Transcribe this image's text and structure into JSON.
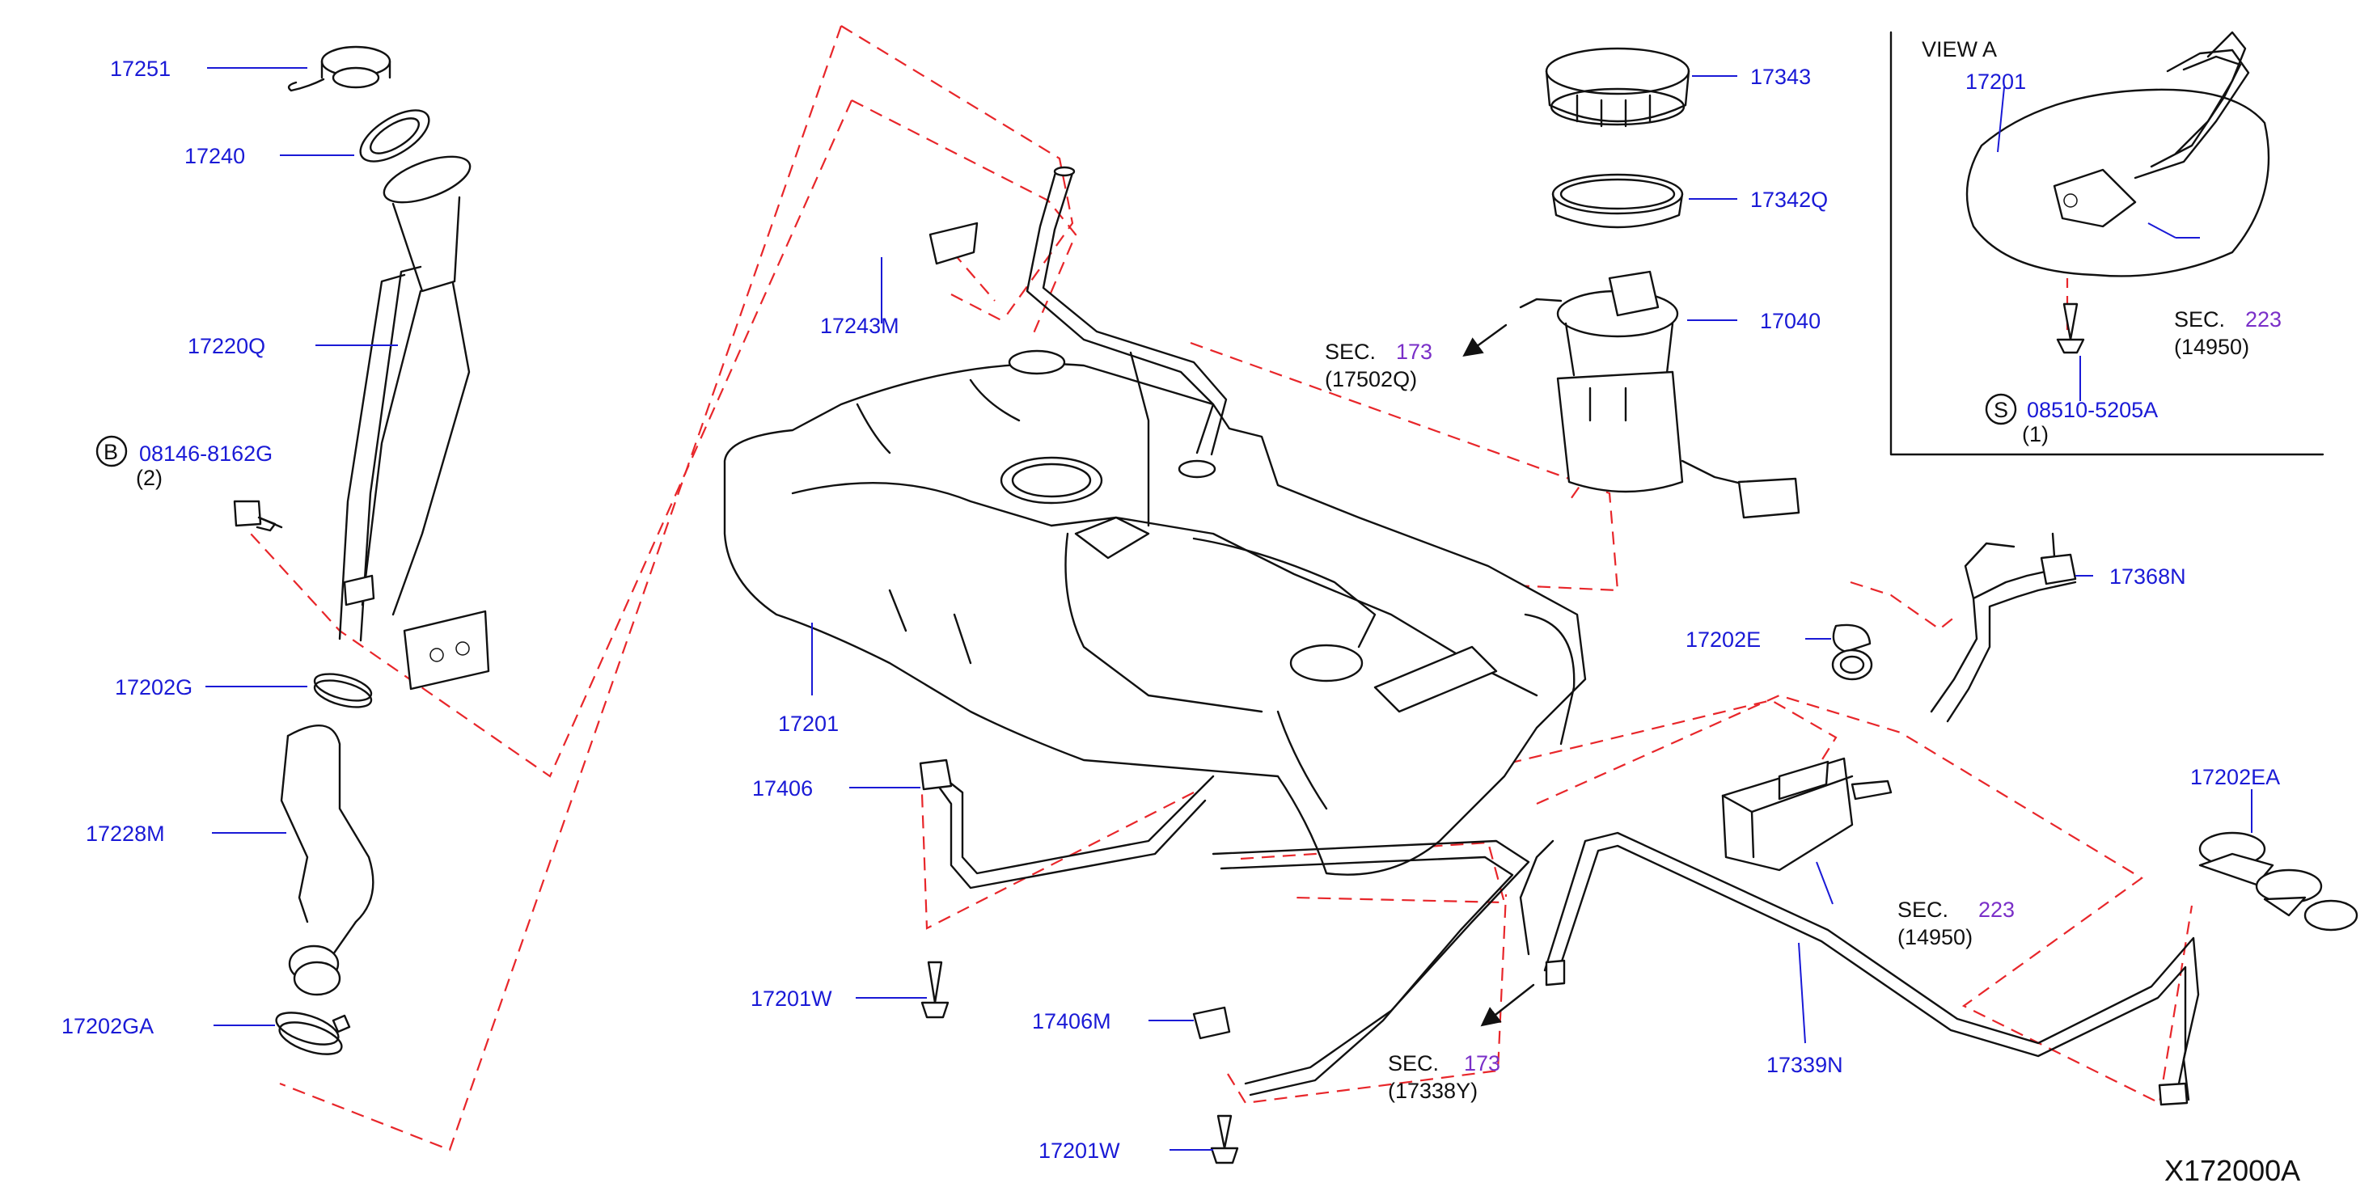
{
  "diagram_code": "X172000A",
  "view_label": "VIEW   A",
  "sec_word": "SEC.",
  "colors": {
    "label": "#1a1ad6",
    "sec_number": "#7a2fc8",
    "dashed_guide": "#e8262a",
    "outline": "#111111"
  },
  "parts": {
    "p17251": "17251",
    "p17240": "17240",
    "p17220Q": "17220Q",
    "p17202G": "17202G",
    "p17228M": "17228M",
    "p17202GA": "17202GA",
    "p17243M": "17243M",
    "p17201_tank": "17201",
    "p17406": "17406",
    "p17201W_a": "17201W",
    "p17406M": "17406M",
    "p17201W_b": "17201W",
    "p17343": "17343",
    "p17342Q": "17342Q",
    "p17040": "17040",
    "p17201_view": "17201",
    "p17368N": "17368N",
    "p17202E": "17202E",
    "p17202EA": "17202EA",
    "p17339N": "17339N"
  },
  "bolts": {
    "b_prefix": "B",
    "b_part": "08146-8162G",
    "b_qty": "(2)",
    "s_prefix": "S",
    "s_part": "08510-5205A",
    "s_qty": "(1)"
  },
  "sections": {
    "sec173_pump": {
      "number": "173",
      "ref": "(17502Q)"
    },
    "sec223_view": {
      "number": "223",
      "ref": "(14950)"
    },
    "sec223_canister": {
      "number": "223",
      "ref": "(14950)"
    },
    "sec173_tube": {
      "number": "173",
      "ref": "(17338Y)"
    }
  }
}
